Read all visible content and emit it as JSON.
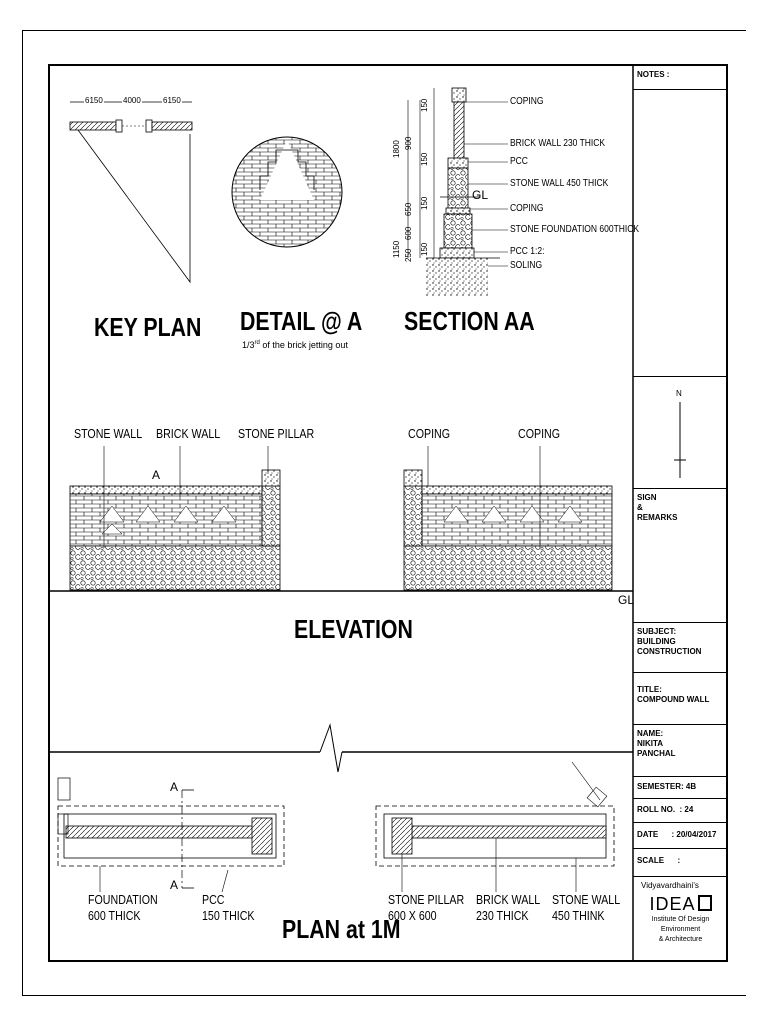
{
  "key_plan": {
    "title": "KEY PLAN",
    "dims": [
      "6150",
      "4000",
      "6150"
    ]
  },
  "detail": {
    "title": "DETAIL @ A",
    "note_prefix": "1/3",
    "note_sup": "rd",
    "note_suffix": " of the brick jetting out"
  },
  "section": {
    "title": "SECTION AA",
    "labels": [
      "COPING",
      "BRICK WALL 230 THICK",
      "PCC",
      "STONE WALL 450 THICK",
      "COPING",
      "STONE FOUNDATION 600THICK",
      "PCC 1:2:",
      "SOLING"
    ],
    "gl": "GL",
    "dims_outer": [
      "1150",
      "1800"
    ],
    "dims_mid": [
      "250",
      "600",
      "650",
      "900"
    ],
    "dims_inner": [
      "150",
      "150",
      "150",
      "150"
    ]
  },
  "elevation": {
    "title": "ELEVATION",
    "labels_left": [
      "STONE WALL",
      "BRICK WALL",
      "STONE PILLAR"
    ],
    "labels_right": [
      "COPING",
      "COPING"
    ],
    "marker_a": "A",
    "gl": "GL"
  },
  "plan": {
    "title": "PLAN at 1M",
    "section_mark": "A",
    "labels": [
      {
        "line1": "FOUNDATION",
        "line2": "600 THICK"
      },
      {
        "line1": "PCC",
        "line2": "150 THICK"
      },
      {
        "line1": "STONE PILLAR",
        "line2": "600 X 600"
      },
      {
        "line1": "BRICK WALL",
        "line2": "230 THICK"
      },
      {
        "line1": "STONE WALL",
        "line2": "450 THINK"
      }
    ]
  },
  "title_block": {
    "notes": "NOTES :",
    "north": "N",
    "sign": [
      "SIGN",
      "&",
      "REMARKS"
    ],
    "subject": [
      "SUBJECT:",
      "BUILDING",
      "CONSTRUCTION"
    ],
    "title": [
      "TITLE:",
      "COMPOUND WALL"
    ],
    "name": [
      "NAME:",
      "NIKITA",
      "PANCHAL"
    ],
    "semester": "SEMESTER: 4B",
    "roll": "ROLL NO.  : 24",
    "date": "DATE      : 20/04/2017",
    "scale": "SCALE      :",
    "logo_top": "Vidyavardhaini's",
    "logo_main": "IDEA",
    "logo_sub1": "Institute Of Design Environment",
    "logo_sub2": "& Architecture"
  }
}
